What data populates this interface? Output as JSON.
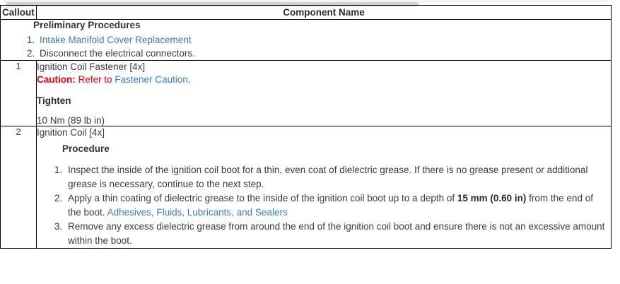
{
  "scrollbar": {
    "orientation": "horizontal"
  },
  "table": {
    "headers": {
      "callout": "Callout",
      "component_name": "Component Name"
    },
    "preliminary": {
      "title": "Preliminary Procedures",
      "items": [
        {
          "text": "Intake Manifold Cover Replacement",
          "link": true
        },
        {
          "text": "Disconnect the electrical connectors.",
          "link": false
        }
      ]
    },
    "rows": [
      {
        "callout": "1",
        "part_name": "Ignition Coil Fastener [4x]",
        "caution": {
          "label": "Caution:",
          "text": " Refer to ",
          "link": "Fastener Caution",
          "suffix": "."
        },
        "tighten_label": "Tighten",
        "torque": "10 Nm  (89 lb in)"
      },
      {
        "callout": "2",
        "part_name": "Ignition Coil [4x]",
        "procedure_title": "Procedure",
        "steps": [
          {
            "pre": "Inspect the inside of the ignition coil boot for a thin, even coat of dielectric grease. If there is no grease present or additional grease is necessary, continue to the next step.",
            "bold": "",
            "mid": "",
            "link": "",
            "post": ""
          },
          {
            "pre": "Apply a thin coating of dielectric grease to the inside of the ignition coil boot up to a depth of ",
            "bold": "15 mm (0.60 in)",
            "mid": " from the end of the boot. ",
            "link": "Adhesives, Fluids, Lubricants, and Sealers",
            "post": ""
          },
          {
            "pre": "Remove any excess dielectric grease from around the end of the ignition coil boot and ensure there is not an excessive amount within the boot.",
            "bold": "",
            "mid": "",
            "link": "",
            "post": ""
          }
        ]
      }
    ]
  },
  "colors": {
    "link": "#4178be",
    "caution": "#e8000d",
    "text": "#3b3b3b",
    "border": "#000000",
    "scrollbar_thumb": "#d2d2d2"
  }
}
